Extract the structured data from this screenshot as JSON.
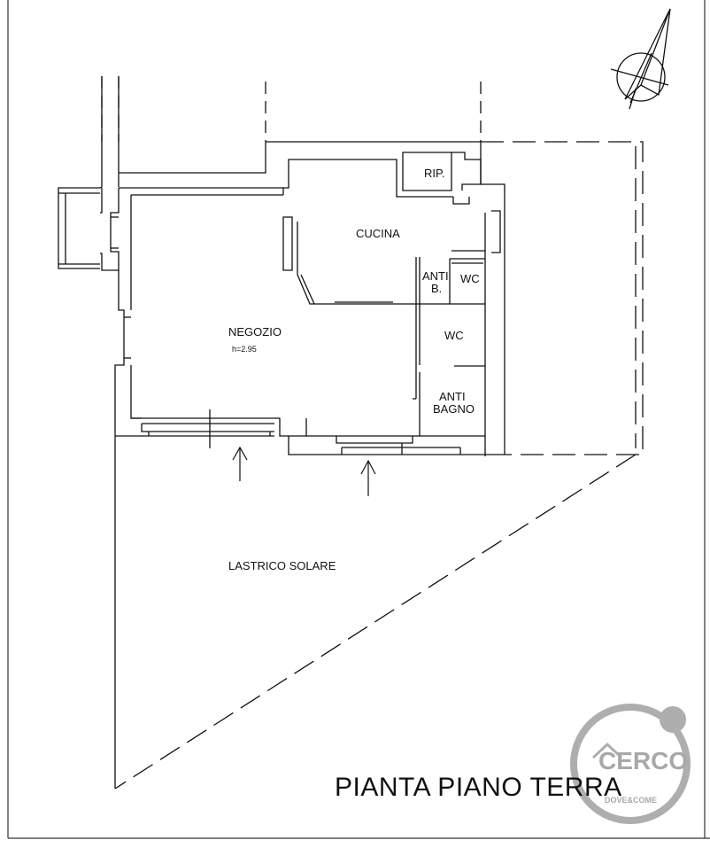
{
  "rooms": {
    "negozio": "NEGOZIO",
    "height": "h=2.95",
    "cucina": "CUCINA",
    "rip": "RIP.",
    "anti_b_1": "ANTI",
    "anti_b_2": "B.",
    "wc_small": "WC",
    "wc": "WC",
    "anti_bagno_1": "ANTI",
    "anti_bagno_2": "BAGNO",
    "lastrico": "LASTRICO SOLARE"
  },
  "title": "PIANTA PIANO TERRA",
  "watermark": {
    "brand": "CERCO",
    "tagline": "DOVE&COME"
  },
  "icons": {
    "north": "north-arrow-icon",
    "entrance": "entrance-arrow-icon"
  },
  "colors": {
    "line": "#111111",
    "watermark": "#9a9a9a"
  }
}
